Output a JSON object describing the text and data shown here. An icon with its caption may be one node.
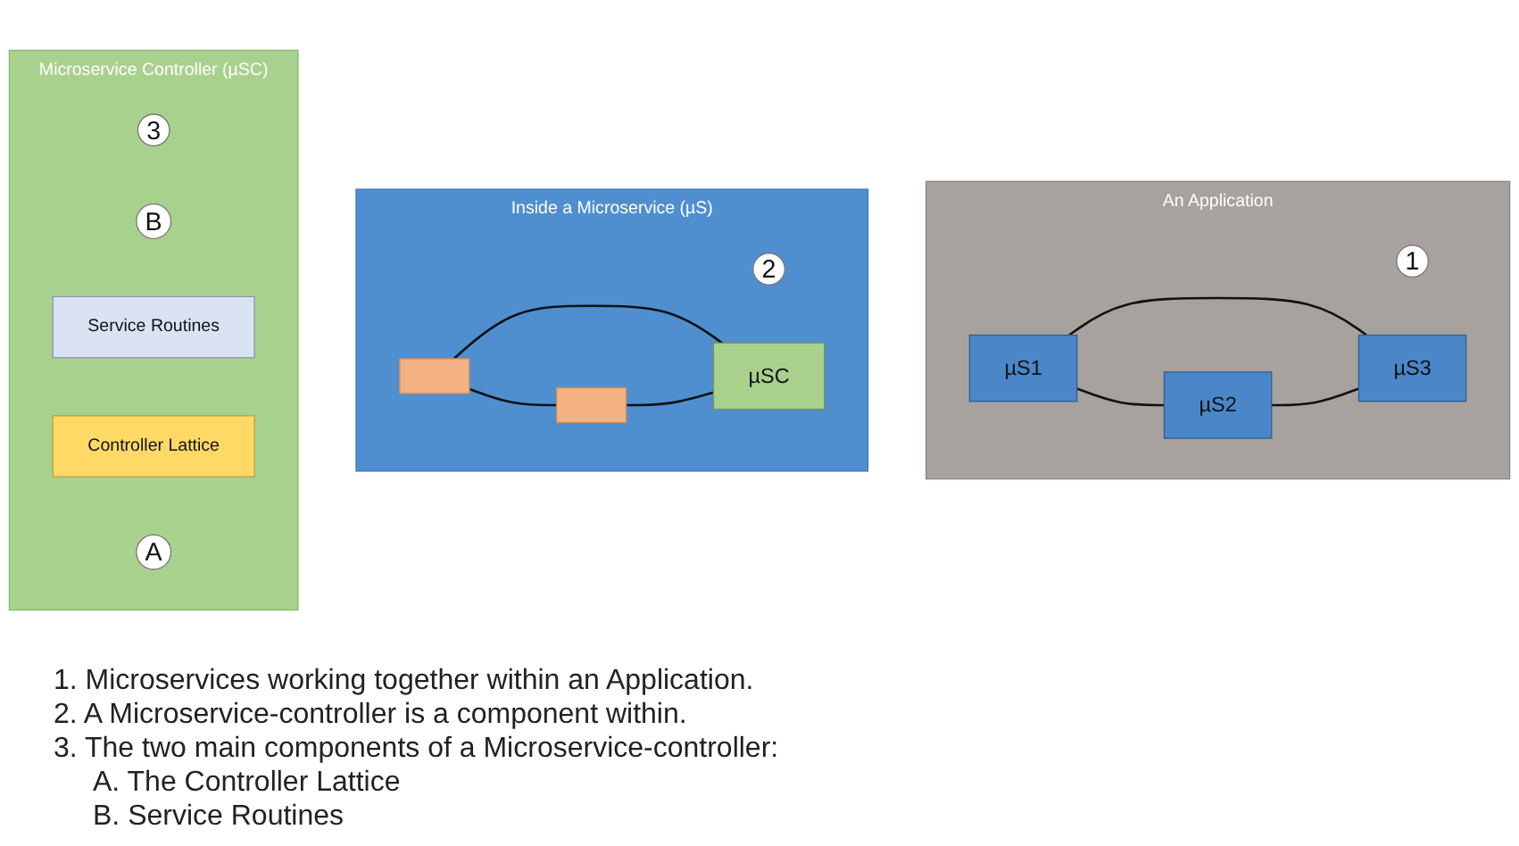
{
  "diagram": {
    "nodes": [
      {
        "text": [
          "An Application"
        ]
      },
      {
        "text": [
          "1"
        ],
        "in": 0
      },
      {
        "text": [
          "µS1"
        ],
        "in": 0
      },
      {
        "text": [
          "µS2"
        ],
        "in": 0
      },
      {
        "text": [
          "µS3"
        ],
        "in": 0
      },
      {
        "text": [
          "Inside a Microservice (µS)"
        ]
      },
      {
        "text": [
          "2"
        ],
        "in": 5
      },
      {
        "text": [],
        "shape": "box",
        "in": 5
      },
      {
        "text": [],
        "shape": "box",
        "in": 5
      },
      {
        "text": [
          "µSC"
        ],
        "in": 5
      },
      {
        "text": [
          "Microservice Controller (µSC)"
        ]
      },
      {
        "text": [
          "3"
        ],
        "in": 10
      },
      {
        "text": [
          "B"
        ],
        "in": 10
      },
      {
        "text": [
          "Service Routines"
        ],
        "in": 10
      },
      {
        "text": [
          "Controller Lattice"
        ],
        "in": 10
      },
      {
        "text": [
          "A"
        ],
        "in": 10
      }
    ],
    "edges": [
      {
        "from": 2,
        "to": 3,
        "arrow": "none"
      },
      {
        "from": 2,
        "to": 4,
        "arrow": "none"
      },
      {
        "from": 3,
        "to": 4,
        "arrow": "none"
      },
      {
        "from": 7,
        "to": 8,
        "arrow": "none"
      },
      {
        "from": 7,
        "to": 9,
        "arrow": "none"
      },
      {
        "from": 8,
        "to": 9,
        "arrow": "none"
      }
    ],
    "labels": [
      "1. Microservices working together within an Application.",
      "2. A Microservice-controller is a component within.",
      "3. The two main components of a Microservice-controller:",
      "A. The Controller Lattice",
      "B. Service Routines"
    ]
  }
}
